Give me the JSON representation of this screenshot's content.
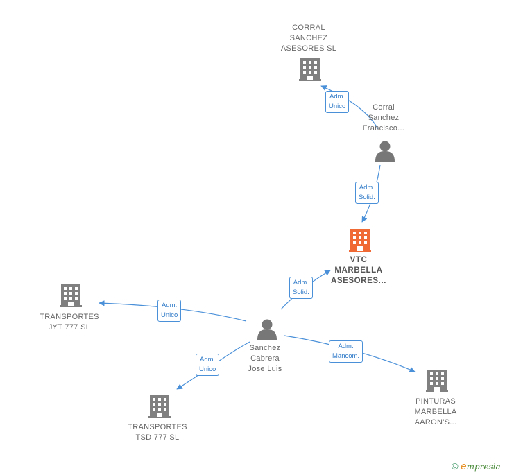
{
  "colors": {
    "company": "#808080",
    "main_company": "#ef6a35",
    "person": "#777777",
    "edge": "#4a90d9"
  },
  "nodes": {
    "corral_asesores": {
      "label": "CORRAL\nSANCHEZ\nASESORES  SL",
      "icon": "building-icon"
    },
    "corral_francisco": {
      "label": "Corral\nSanchez\nFrancisco...",
      "icon": "person-icon"
    },
    "vtc_marbella": {
      "label": "VTC\nMARBELLA\nASESORES...",
      "icon": "building-icon"
    },
    "transportes_jyt": {
      "label": "TRANSPORTES\nJYT 777  SL",
      "icon": "building-icon"
    },
    "sanchez_cabrera": {
      "label": "Sanchez\nCabrera\nJose Luis",
      "icon": "person-icon"
    },
    "transportes_tsd": {
      "label": "TRANSPORTES\nTSD 777  SL",
      "icon": "building-icon"
    },
    "pinturas_marbella": {
      "label": "PINTURAS\nMARBELLA\nAARON'S...",
      "icon": "building-icon"
    }
  },
  "edges": [
    {
      "id": "e1",
      "label": "Adm.\nUnico"
    },
    {
      "id": "e2",
      "label": "Adm.\nSolid."
    },
    {
      "id": "e3",
      "label": "Adm.\nSolid."
    },
    {
      "id": "e4",
      "label": "Adm.\nUnico"
    },
    {
      "id": "e5",
      "label": "Adm.\nUnico"
    },
    {
      "id": "e6",
      "label": "Adm.\nMancom."
    }
  ],
  "footer": {
    "copyright": "©",
    "brand_initial": "e",
    "brand_rest": "mpresia"
  }
}
